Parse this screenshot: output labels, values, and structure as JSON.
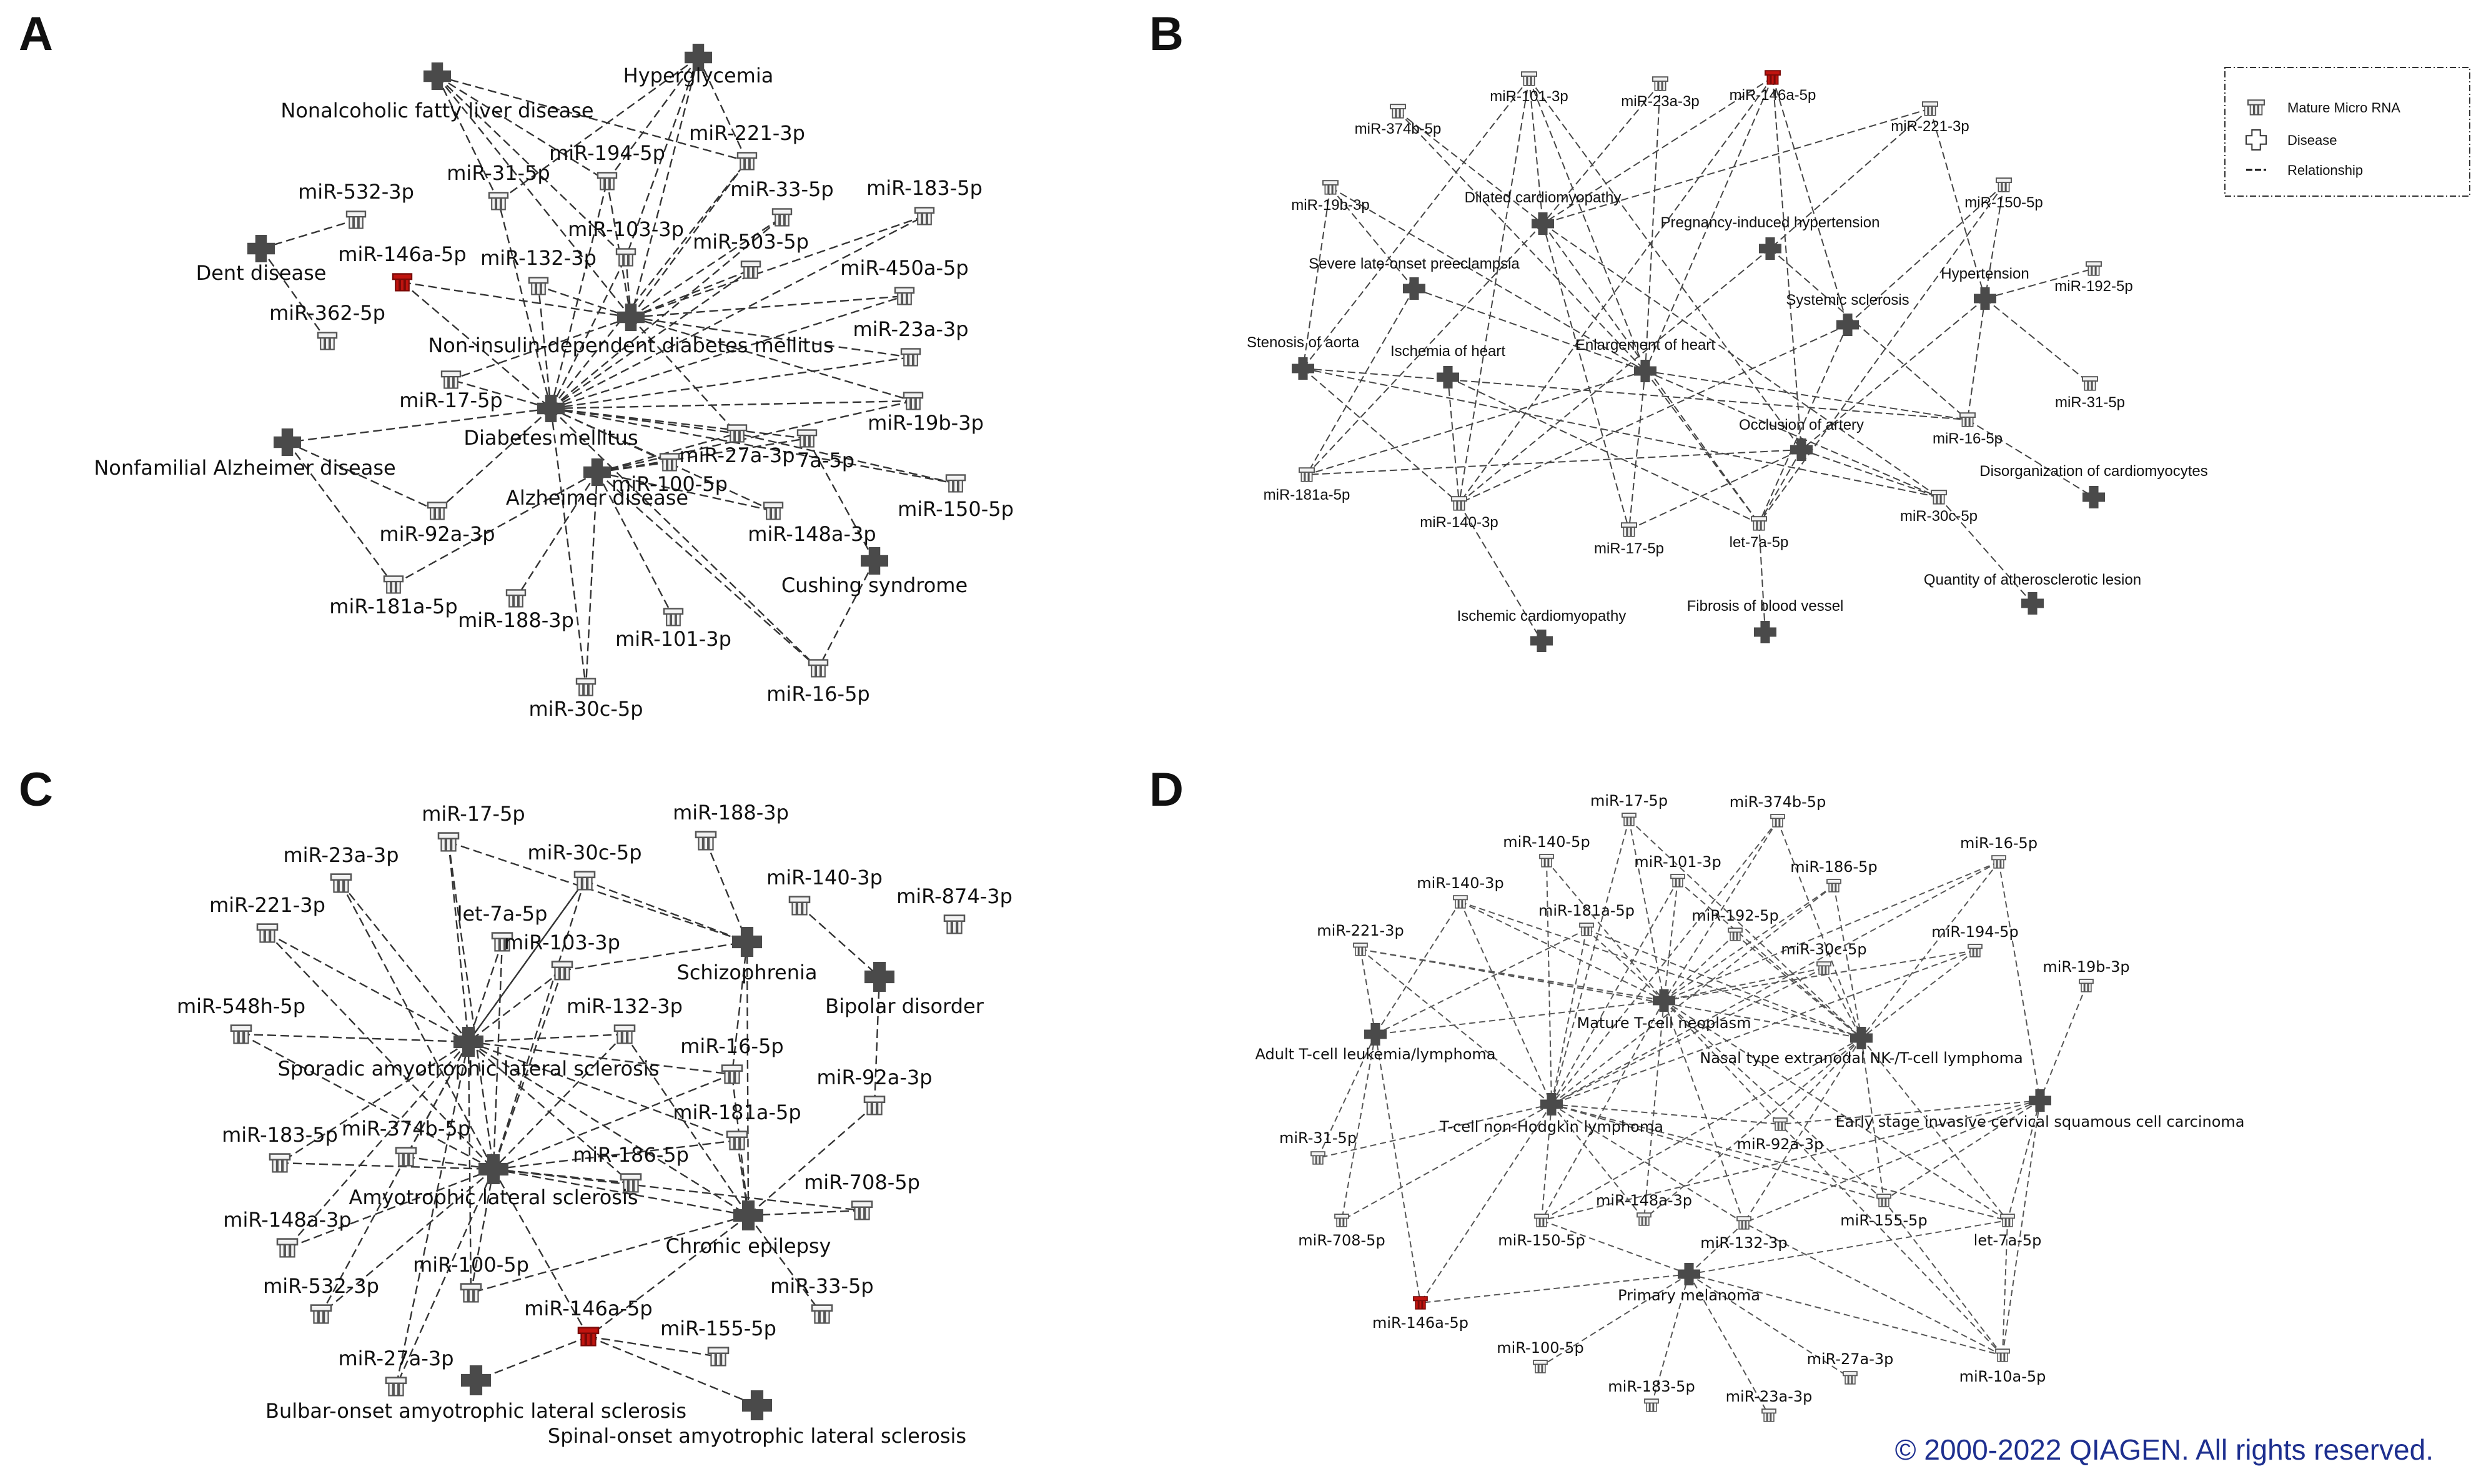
{
  "panels": [
    {
      "letter": "A",
      "nodes": [
        {
          "id": "hyperglycemia",
          "label": "Hyperglycemia",
          "kind": "disease"
        },
        {
          "id": "nafld",
          "label": "Nonalcoholic fatty liver disease",
          "kind": "disease"
        },
        {
          "id": "dent",
          "label": "Dent disease",
          "kind": "disease"
        },
        {
          "id": "niddm",
          "label": "Non-insulin-dependent diabetes mellitus",
          "kind": "disease"
        },
        {
          "id": "dm",
          "label": "Diabetes mellitus",
          "kind": "disease"
        },
        {
          "id": "nfalz",
          "label": "Nonfamilial Alzheimer disease",
          "kind": "disease"
        },
        {
          "id": "alz",
          "label": "Alzheimer disease",
          "kind": "disease"
        },
        {
          "id": "cushing",
          "label": "Cushing syndrome",
          "kind": "disease"
        },
        {
          "id": "m221",
          "label": "miR-221-3p",
          "kind": "mirna"
        },
        {
          "id": "m194",
          "label": "miR-194-5p",
          "kind": "mirna"
        },
        {
          "id": "m31",
          "label": "miR-31-5p",
          "kind": "mirna"
        },
        {
          "id": "m532",
          "label": "miR-532-3p",
          "kind": "mirna"
        },
        {
          "id": "m103",
          "label": "miR-103-3p",
          "kind": "mirna"
        },
        {
          "id": "m33",
          "label": "miR-33-5p",
          "kind": "mirna"
        },
        {
          "id": "m183",
          "label": "miR-183-5p",
          "kind": "mirna"
        },
        {
          "id": "m146",
          "label": "miR-146a-5p",
          "kind": "mirna-red"
        },
        {
          "id": "m132",
          "label": "miR-132-3p",
          "kind": "mirna"
        },
        {
          "id": "m503",
          "label": "miR-503-5p",
          "kind": "mirna"
        },
        {
          "id": "m450",
          "label": "miR-450a-5p",
          "kind": "mirna"
        },
        {
          "id": "m362",
          "label": "miR-362-5p",
          "kind": "mirna"
        },
        {
          "id": "m23",
          "label": "miR-23a-3p",
          "kind": "mirna"
        },
        {
          "id": "m17",
          "label": "miR-17-5p",
          "kind": "mirna"
        },
        {
          "id": "m19b",
          "label": "miR-19b-3p",
          "kind": "mirna"
        },
        {
          "id": "m27",
          "label": "miR-27a-3p",
          "kind": "mirna"
        },
        {
          "id": "m7a",
          "label": "7a-5p",
          "kind": "mirna"
        },
        {
          "id": "m100",
          "label": "miR-100-5p",
          "kind": "mirna"
        },
        {
          "id": "m150",
          "label": "miR-150-5p",
          "kind": "mirna"
        },
        {
          "id": "m92",
          "label": "miR-92a-3p",
          "kind": "mirna"
        },
        {
          "id": "m148",
          "label": "miR-148a-3p",
          "kind": "mirna"
        },
        {
          "id": "m181",
          "label": "miR-181a-5p",
          "kind": "mirna"
        },
        {
          "id": "m188",
          "label": "miR-188-3p",
          "kind": "mirna"
        },
        {
          "id": "m101",
          "label": "miR-101-3p",
          "kind": "mirna"
        },
        {
          "id": "m16",
          "label": "miR-16-5p",
          "kind": "mirna"
        },
        {
          "id": "m30c",
          "label": "miR-30c-5p",
          "kind": "mirna"
        }
      ]
    },
    {
      "letter": "B",
      "legend": {
        "mirna": "Mature Micro RNA",
        "disease": "Disease",
        "relationship": "Relationship"
      },
      "nodes": [
        {
          "id": "m101",
          "label": "miR-101-3p",
          "kind": "mirna"
        },
        {
          "id": "m23",
          "label": "miR-23a-3p",
          "kind": "mirna"
        },
        {
          "id": "m146",
          "label": "miR-146a-5p",
          "kind": "mirna-red"
        },
        {
          "id": "m374",
          "label": "miR-374b-5p",
          "kind": "mirna"
        },
        {
          "id": "m221",
          "label": "miR-221-3p",
          "kind": "mirna"
        },
        {
          "id": "m19b",
          "label": "miR-19b-3p",
          "kind": "mirna"
        },
        {
          "id": "dcm",
          "label": "Dilated cardiomyopathy",
          "kind": "disease"
        },
        {
          "id": "pih",
          "label": "Pregnancy-induced hypertension",
          "kind": "disease"
        },
        {
          "id": "m150",
          "label": "miR-150-5p",
          "kind": "mirna"
        },
        {
          "id": "slpe",
          "label": "Severe late-onset preeclampsia",
          "kind": "disease"
        },
        {
          "id": "hyp",
          "label": "Hypertension",
          "kind": "disease"
        },
        {
          "id": "m192",
          "label": "miR-192-5p",
          "kind": "mirna"
        },
        {
          "id": "ssc",
          "label": "Systemic sclerosis",
          "kind": "disease"
        },
        {
          "id": "soa",
          "label": "Stenosis of aorta",
          "kind": "disease"
        },
        {
          "id": "ioh",
          "label": "Ischemia of heart",
          "kind": "disease"
        },
        {
          "id": "eoh",
          "label": "Enlargement of heart",
          "kind": "disease"
        },
        {
          "id": "m31",
          "label": "miR-31-5p",
          "kind": "mirna"
        },
        {
          "id": "m16",
          "label": "miR-16-5p",
          "kind": "mirna"
        },
        {
          "id": "ooa",
          "label": "Occlusion of artery",
          "kind": "disease"
        },
        {
          "id": "doc",
          "label": "Disorganization of cardiomyocytes",
          "kind": "disease"
        },
        {
          "id": "m181",
          "label": "miR-181a-5p",
          "kind": "mirna"
        },
        {
          "id": "m140",
          "label": "miR-140-3p",
          "kind": "mirna"
        },
        {
          "id": "m17",
          "label": "miR-17-5p",
          "kind": "mirna"
        },
        {
          "id": "let7",
          "label": "let-7a-5p",
          "kind": "mirna"
        },
        {
          "id": "m30c",
          "label": "miR-30c-5p",
          "kind": "mirna"
        },
        {
          "id": "qoal",
          "label": "Quantity of atherosclerotic lesion",
          "kind": "disease"
        },
        {
          "id": "icm",
          "label": "Ischemic cardiomyopathy",
          "kind": "disease"
        },
        {
          "id": "fobv",
          "label": "Fibrosis of blood vessel",
          "kind": "disease"
        }
      ]
    },
    {
      "letter": "C",
      "nodes": [
        {
          "id": "m17",
          "label": "miR-17-5p",
          "kind": "mirna"
        },
        {
          "id": "m188",
          "label": "miR-188-3p",
          "kind": "mirna"
        },
        {
          "id": "m23",
          "label": "miR-23a-3p",
          "kind": "mirna"
        },
        {
          "id": "m30c",
          "label": "miR-30c-5p",
          "kind": "mirna"
        },
        {
          "id": "m140",
          "label": "miR-140-3p",
          "kind": "mirna"
        },
        {
          "id": "m874",
          "label": "miR-874-3p",
          "kind": "mirna"
        },
        {
          "id": "m221",
          "label": "miR-221-3p",
          "kind": "mirna"
        },
        {
          "id": "let7",
          "label": "let-7a-5p",
          "kind": "mirna"
        },
        {
          "id": "m103",
          "label": "miR-103-3p",
          "kind": "mirna"
        },
        {
          "id": "schizo",
          "label": "Schizophrenia",
          "kind": "disease"
        },
        {
          "id": "bipolar",
          "label": "Bipolar disorder",
          "kind": "disease"
        },
        {
          "id": "m548",
          "label": "miR-548h-5p",
          "kind": "mirna"
        },
        {
          "id": "m132",
          "label": "miR-132-3p",
          "kind": "mirna"
        },
        {
          "id": "sals",
          "label": "Sporadic amyotrophic lateral sclerosis",
          "kind": "disease"
        },
        {
          "id": "m16",
          "label": "miR-16-5p",
          "kind": "mirna"
        },
        {
          "id": "m92",
          "label": "miR-92a-3p",
          "kind": "mirna"
        },
        {
          "id": "m183",
          "label": "miR-183-5p",
          "kind": "mirna"
        },
        {
          "id": "m374",
          "label": "miR-374b-5p",
          "kind": "mirna"
        },
        {
          "id": "m181",
          "label": "miR-181a-5p",
          "kind": "mirna"
        },
        {
          "id": "m186",
          "label": "miR-186-5p",
          "kind": "mirna"
        },
        {
          "id": "als",
          "label": "Amyotrophic lateral sclerosis",
          "kind": "disease"
        },
        {
          "id": "m708",
          "label": "miR-708-5p",
          "kind": "mirna"
        },
        {
          "id": "m148",
          "label": "miR-148a-3p",
          "kind": "mirna"
        },
        {
          "id": "epi",
          "label": "Chronic epilepsy",
          "kind": "disease"
        },
        {
          "id": "m100",
          "label": "miR-100-5p",
          "kind": "mirna"
        },
        {
          "id": "m33",
          "label": "miR-33-5p",
          "kind": "mirna"
        },
        {
          "id": "m532",
          "label": "miR-532-3p",
          "kind": "mirna"
        },
        {
          "id": "m146",
          "label": "miR-146a-5p",
          "kind": "mirna-red"
        },
        {
          "id": "m155",
          "label": "miR-155-5p",
          "kind": "mirna"
        },
        {
          "id": "m27",
          "label": "miR-27a-3p",
          "kind": "mirna"
        },
        {
          "id": "bals",
          "label": "Bulbar-onset amyotrophic lateral sclerosis",
          "kind": "disease"
        },
        {
          "id": "spals",
          "label": "Spinal-onset amyotrophic lateral sclerosis",
          "kind": "disease"
        }
      ]
    },
    {
      "letter": "D",
      "nodes": [
        {
          "id": "m17",
          "label": "miR-17-5p",
          "kind": "mirna"
        },
        {
          "id": "m374",
          "label": "miR-374b-5p",
          "kind": "mirna"
        },
        {
          "id": "m140_5",
          "label": "miR-140-5p",
          "kind": "mirna"
        },
        {
          "id": "m101",
          "label": "miR-101-3p",
          "kind": "mirna"
        },
        {
          "id": "m16",
          "label": "miR-16-5p",
          "kind": "mirna"
        },
        {
          "id": "m140_3",
          "label": "miR-140-3p",
          "kind": "mirna"
        },
        {
          "id": "m186",
          "label": "miR-186-5p",
          "kind": "mirna"
        },
        {
          "id": "m181",
          "label": "miR-181a-5p",
          "kind": "mirna"
        },
        {
          "id": "m192",
          "label": "miR-192-5p",
          "kind": "mirna"
        },
        {
          "id": "m221",
          "label": "miR-221-3p",
          "kind": "mirna"
        },
        {
          "id": "m194",
          "label": "miR-194-5p",
          "kind": "mirna"
        },
        {
          "id": "m30c",
          "label": "miR-30c-5p",
          "kind": "mirna"
        },
        {
          "id": "m19b",
          "label": "miR-19b-3p",
          "kind": "mirna"
        },
        {
          "id": "mtcn",
          "label": "Mature T-cell neoplasm",
          "kind": "disease"
        },
        {
          "id": "atll",
          "label": "Adult T-cell leukemia/lymphoma",
          "kind": "disease"
        },
        {
          "id": "nktl",
          "label": "Nasal type extranodal NK-/T-cell lymphoma",
          "kind": "disease"
        },
        {
          "id": "tnhl",
          "label": "T-cell non-Hodgkin lymphoma",
          "kind": "disease"
        },
        {
          "id": "cscc",
          "label": "Early stage invasive cervical squamous cell carcinoma",
          "kind": "disease"
        },
        {
          "id": "m31",
          "label": "miR-31-5p",
          "kind": "mirna"
        },
        {
          "id": "m92",
          "label": "miR-92a-3p",
          "kind": "mirna"
        },
        {
          "id": "m148",
          "label": "miR-148a-3p",
          "kind": "mirna"
        },
        {
          "id": "m150",
          "label": "miR-150-5p",
          "kind": "mirna"
        },
        {
          "id": "m132",
          "label": "miR-132-3p",
          "kind": "mirna"
        },
        {
          "id": "m155",
          "label": "miR-155-5p",
          "kind": "mirna"
        },
        {
          "id": "let7",
          "label": "let-7a-5p",
          "kind": "mirna"
        },
        {
          "id": "m708",
          "label": "miR-708-5p",
          "kind": "mirna"
        },
        {
          "id": "pm",
          "label": "Primary melanoma",
          "kind": "disease"
        },
        {
          "id": "m146",
          "label": "miR-146a-5p",
          "kind": "mirna-red"
        },
        {
          "id": "m100",
          "label": "miR-100-5p",
          "kind": "mirna"
        },
        {
          "id": "m27",
          "label": "miR-27a-3p",
          "kind": "mirna"
        },
        {
          "id": "m183",
          "label": "miR-183-5p",
          "kind": "mirna"
        },
        {
          "id": "m23",
          "label": "miR-23a-3p",
          "kind": "mirna"
        },
        {
          "id": "m10a",
          "label": "miR-10a-5p",
          "kind": "mirna"
        }
      ]
    }
  ],
  "colors": {
    "disease": "#4a4a4a",
    "mirna_fill": "#f2f2f2",
    "mirna_stroke": "#555555",
    "mirna_red": "#c0140f",
    "edge": "#333333",
    "copyright": "#1d2f8f"
  },
  "copyright": "© 2000-2022 QIAGEN. All rights reserved."
}
